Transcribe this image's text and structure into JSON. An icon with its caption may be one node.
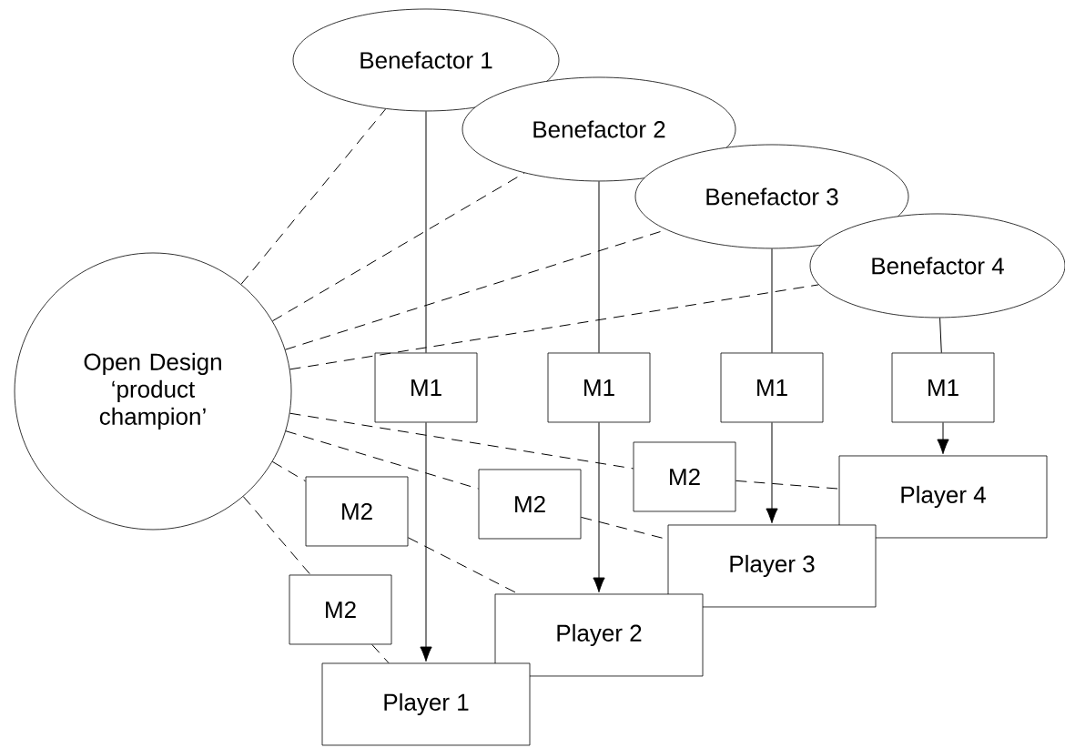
{
  "diagram": {
    "nodes": [
      {
        "text": [
          "Benefactor 1"
        ]
      },
      {
        "text": [
          "Benefactor 2"
        ]
      },
      {
        "text": [
          "Benefactor 3"
        ]
      },
      {
        "text": [
          "Benefactor 4"
        ]
      },
      {
        "text": [
          "Open Design ‘product champion’"
        ]
      },
      {
        "text": [
          "M1"
        ]
      },
      {
        "text": [
          "M1"
        ]
      },
      {
        "text": [
          "M1"
        ]
      },
      {
        "text": [
          "M1"
        ]
      },
      {
        "text": [
          "M2"
        ]
      },
      {
        "text": [
          "M2"
        ]
      },
      {
        "text": [
          "M2"
        ]
      },
      {
        "text": [
          "M2"
        ]
      },
      {
        "text": [
          "Player 4"
        ]
      },
      {
        "text": [
          "Player 3"
        ]
      },
      {
        "text": [
          "Player 2"
        ]
      },
      {
        "text": [
          "Player 1"
        ]
      }
    ],
    "edges": [
      {
        "from": 0,
        "to": 5,
        "arrow": "none"
      },
      {
        "from": 1,
        "to": 6,
        "arrow": "none"
      },
      {
        "from": 2,
        "to": 7,
        "arrow": "none"
      },
      {
        "from": 3,
        "to": 8,
        "arrow": "none"
      },
      {
        "from": 5,
        "to": 16,
        "arrow": "to"
      },
      {
        "from": 6,
        "to": 15,
        "arrow": "to"
      },
      {
        "from": 7,
        "to": 14,
        "arrow": "to"
      },
      {
        "from": 8,
        "to": 13,
        "arrow": "to"
      },
      {
        "from": 4,
        "to": 0,
        "arrow": "none",
        "style": "dashed"
      },
      {
        "from": 4,
        "to": 1,
        "arrow": "none",
        "style": "dashed"
      },
      {
        "from": 4,
        "to": 2,
        "arrow": "none",
        "style": "dashed"
      },
      {
        "from": 4,
        "to": 3,
        "arrow": "none",
        "style": "dashed"
      },
      {
        "from": 4,
        "to": 9,
        "arrow": "none",
        "style": "dashed"
      },
      {
        "from": 4,
        "to": 10,
        "arrow": "none",
        "style": "dashed"
      },
      {
        "from": 4,
        "to": 11,
        "arrow": "none",
        "style": "dashed"
      },
      {
        "from": 4,
        "to": 12,
        "arrow": "none",
        "style": "dashed"
      },
      {
        "from": 9,
        "to": 13,
        "arrow": "none",
        "style": "dashed"
      },
      {
        "from": 10,
        "to": 14,
        "arrow": "none",
        "style": "dashed"
      },
      {
        "from": 11,
        "to": 15,
        "arrow": "none",
        "style": "dashed"
      },
      {
        "from": 12,
        "to": 16,
        "arrow": "none",
        "style": "dashed"
      }
    ]
  }
}
